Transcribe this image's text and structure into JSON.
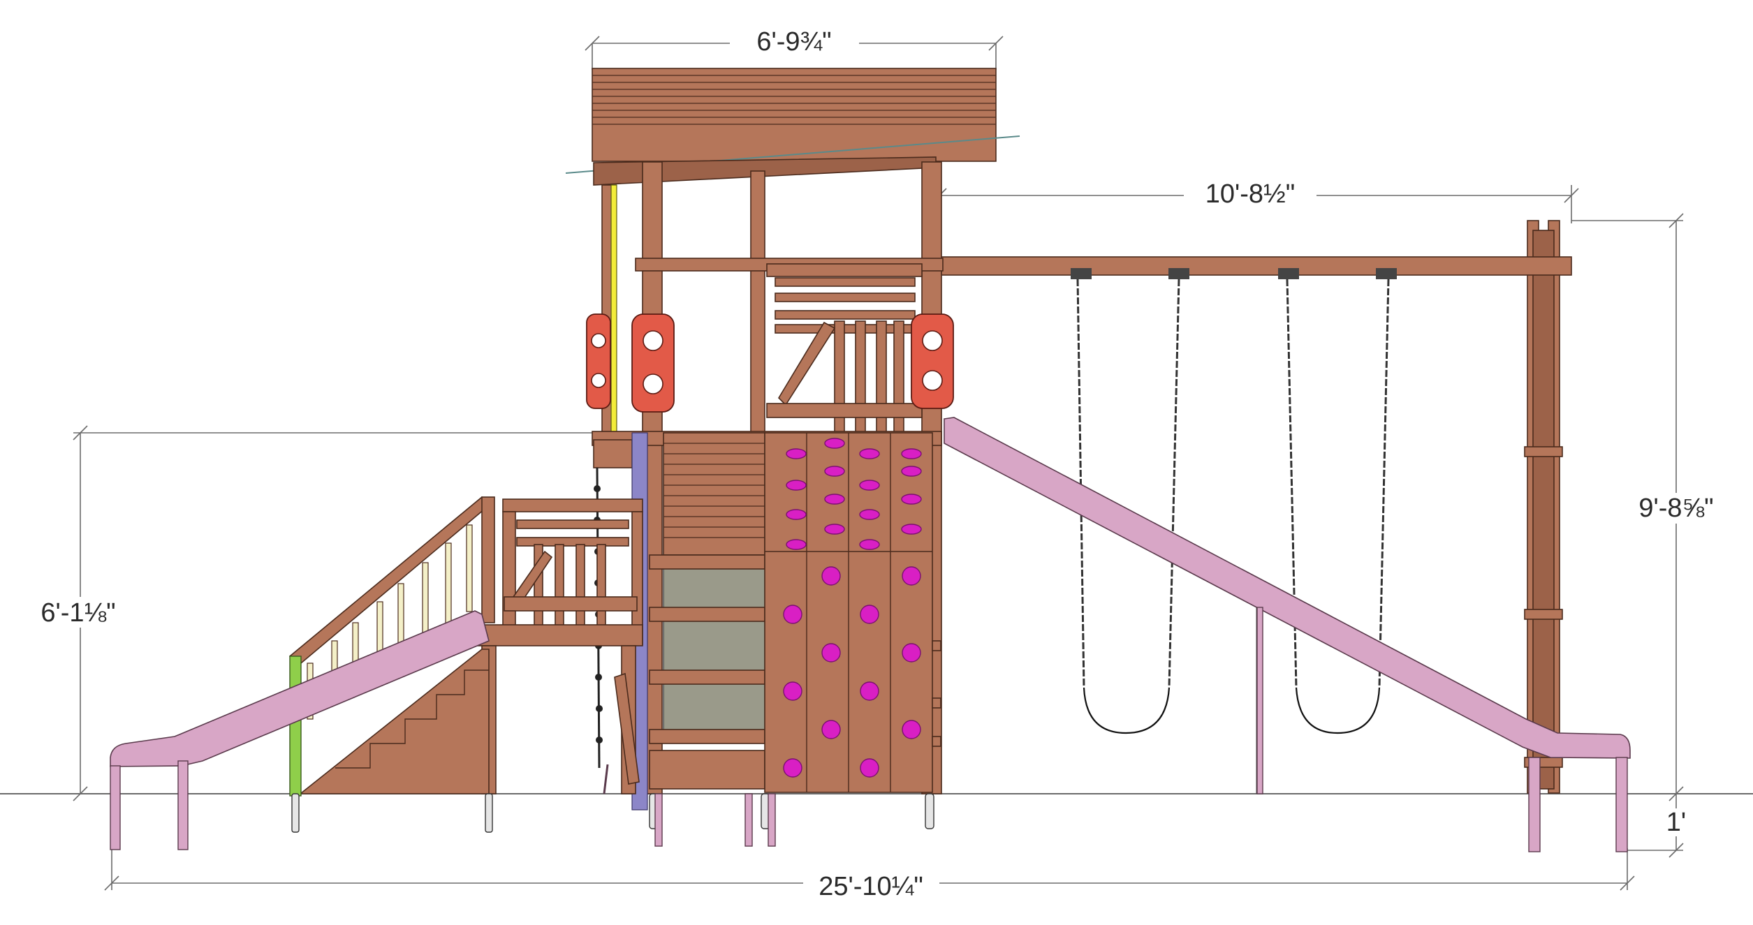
{
  "dimensions": {
    "canopy_width": "6'-9¾\"",
    "swing_beam_length": "10'-8½\"",
    "deck_height": "6'-1⅛\"",
    "swing_beam_height": "9'-8⅝\"",
    "ground_offset": "1'",
    "overall_length": "25'-10¼\""
  },
  "colors": {
    "wood": "#b5765a",
    "slide": "#d8a6c6",
    "climbing_hold": "#d91fc4",
    "steering_panel": "#e25a48",
    "ground_line": "#6b6b6b"
  }
}
